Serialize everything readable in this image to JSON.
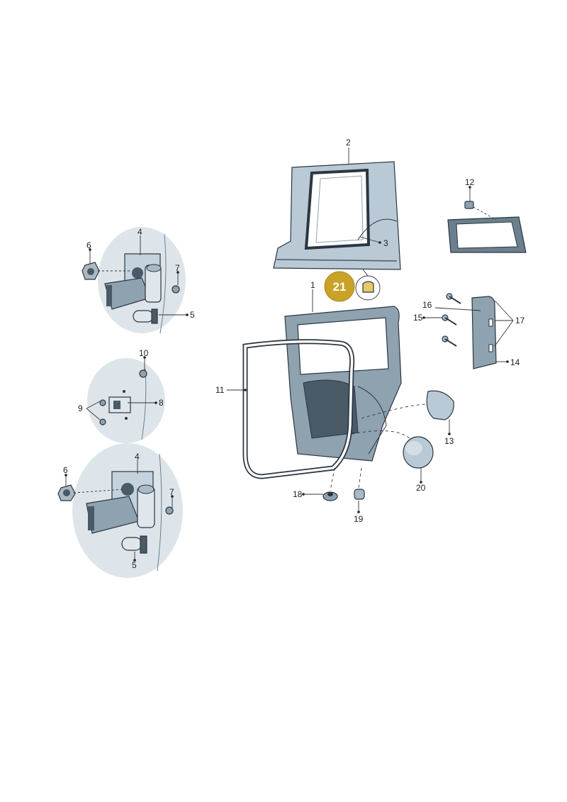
{
  "labels": {
    "l1": "1",
    "l2": "2",
    "l3": "3",
    "l4a": "4",
    "l4b": "4",
    "l5a": "5",
    "l5b": "5",
    "l6a": "6",
    "l6b": "6",
    "l7a": "7",
    "l7b": "7",
    "l8": "8",
    "l9": "9",
    "l10": "10",
    "l11": "11",
    "l12": "12",
    "l13": "13",
    "l14": "14",
    "l15": "15",
    "l16": "16",
    "l17": "17",
    "l18": "18",
    "l19": "19",
    "l20": "20"
  },
  "callout": {
    "number": "21",
    "color": "#c9a227"
  },
  "colors": {
    "part_fill": "#b9cad6",
    "part_dark": "#4a5a66",
    "part_mid": "#8ea2b0",
    "haze": "#9fb4c3",
    "seal": "#ffffff"
  }
}
